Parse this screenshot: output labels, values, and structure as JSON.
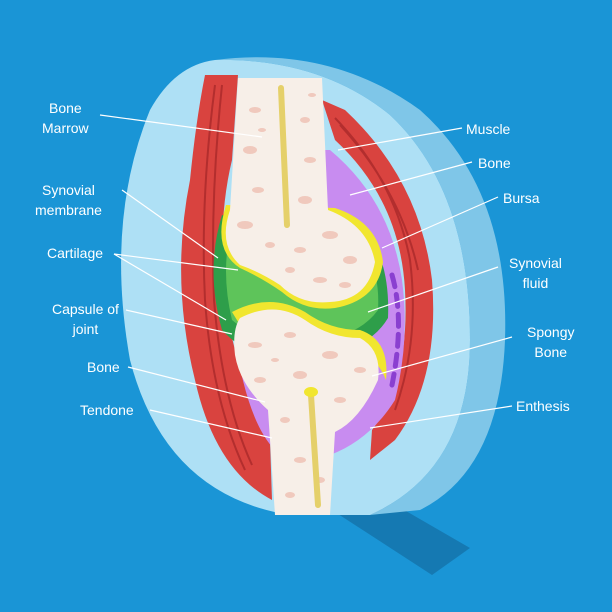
{
  "colors": {
    "background": "#1a95d6",
    "lens_outer": "#8fd0ee",
    "lens_inner": "#aee0f5",
    "muscle": "#d9433f",
    "muscle_stripe": "#b32e2e",
    "bursa": "#c88cf0",
    "synovial_membrane": "#2e9e4a",
    "synovial_fluid": "#5ec45a",
    "cartilage": "#f1e62f",
    "bone": "#f7efe8",
    "spongy": "#f0c9bd",
    "marrow": "#e5d06a"
  },
  "labels": {
    "left": [
      {
        "name": "bone-marrow",
        "line1": "Bone",
        "line2": "Marrow"
      },
      {
        "name": "synovial-membrane",
        "line1": "Synovial",
        "line2": "membrane"
      },
      {
        "name": "cartilage",
        "line1": "Cartilage",
        "line2": ""
      },
      {
        "name": "capsule-of-joint",
        "line1": "Capsule of",
        "line2": "joint"
      },
      {
        "name": "bone-lower",
        "line1": "Bone",
        "line2": ""
      },
      {
        "name": "tendone",
        "line1": "Tendone",
        "line2": ""
      }
    ],
    "right": [
      {
        "name": "muscle",
        "line1": "Muscle",
        "line2": ""
      },
      {
        "name": "bone-upper",
        "line1": "Bone",
        "line2": ""
      },
      {
        "name": "bursa",
        "line1": "Bursa",
        "line2": ""
      },
      {
        "name": "synovial-fluid",
        "line1": "Synovial",
        "line2": "fluid"
      },
      {
        "name": "spongy-bone",
        "line1": "Spongy",
        "line2": "Bone"
      },
      {
        "name": "enthesis",
        "line1": "Enthesis",
        "line2": ""
      }
    ]
  }
}
